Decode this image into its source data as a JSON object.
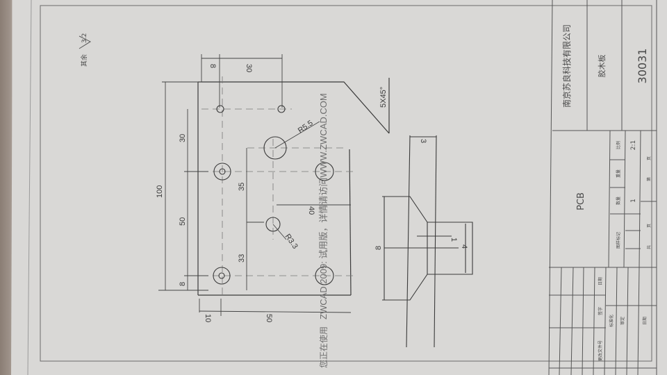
{
  "drawing": {
    "surface_finish": "其余",
    "surface_finish_value": "3.2",
    "top_dims": {
      "d1": "8",
      "d2": "30"
    },
    "left_dims": {
      "overall": "100",
      "d50": "50",
      "d30": "30",
      "d8": "8"
    },
    "inner_dims": {
      "d35": "35",
      "d33": "33",
      "d40": "40"
    },
    "bottom_dims": {
      "d10": "10",
      "d50": "50"
    },
    "radius_labels": {
      "r_large": "R5.5",
      "r_small": "R3.3"
    },
    "chamfer": "5X45°",
    "section_dims": {
      "thickness": "3",
      "flange": "8",
      "counterbore": "4",
      "step": "1"
    },
    "watermark": "ZWCAD 2009: 试用版，详情请访问WWW.ZWCAD.COM",
    "watermark_prefix": "您正在使用"
  },
  "title_block": {
    "company": "南京苏良科技有限公司",
    "material": "胶木板",
    "drawing_number": "30031",
    "part_name": "PCB",
    "headers": {
      "mark": "图样标记",
      "quantity": "数量",
      "weight": "重量",
      "scale": "比例"
    },
    "values": {
      "quantity": "1",
      "scale": "2:1"
    },
    "sheets": {
      "total_label": "共",
      "page_label": "页",
      "sheet_label": "第",
      "sheet_page_label": "页"
    },
    "revision": {
      "change_doc": "更改文件号",
      "signature": "签字",
      "date": "日期",
      "standardization": "标准化",
      "review": "审定",
      "date2": "日期"
    }
  }
}
